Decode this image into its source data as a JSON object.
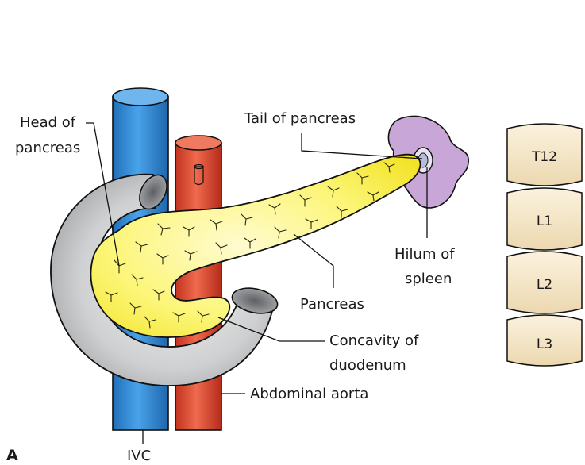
{
  "panel_letter": "A",
  "labels": {
    "head_of_pancreas_1": "Head of",
    "head_of_pancreas_2": "pancreas",
    "tail_of_pancreas": "Tail of pancreas",
    "hilum_of_spleen_1": "Hilum of",
    "hilum_of_spleen_2": "spleen",
    "pancreas": "Pancreas",
    "concavity_1": "Concavity of",
    "concavity_2": "duodenum",
    "abdominal_aorta": "Abdominal aorta",
    "ivc": "IVC"
  },
  "vertebrae": [
    "T12",
    "L1",
    "L2",
    "L3"
  ],
  "colors": {
    "ivc": "#2e86d6",
    "aorta": "#e0452e",
    "duodenum": "#c9cacb",
    "pancreas": "#fbf35a",
    "spleen": "#c9a6d8",
    "vertebra": "#f6e7c9"
  }
}
